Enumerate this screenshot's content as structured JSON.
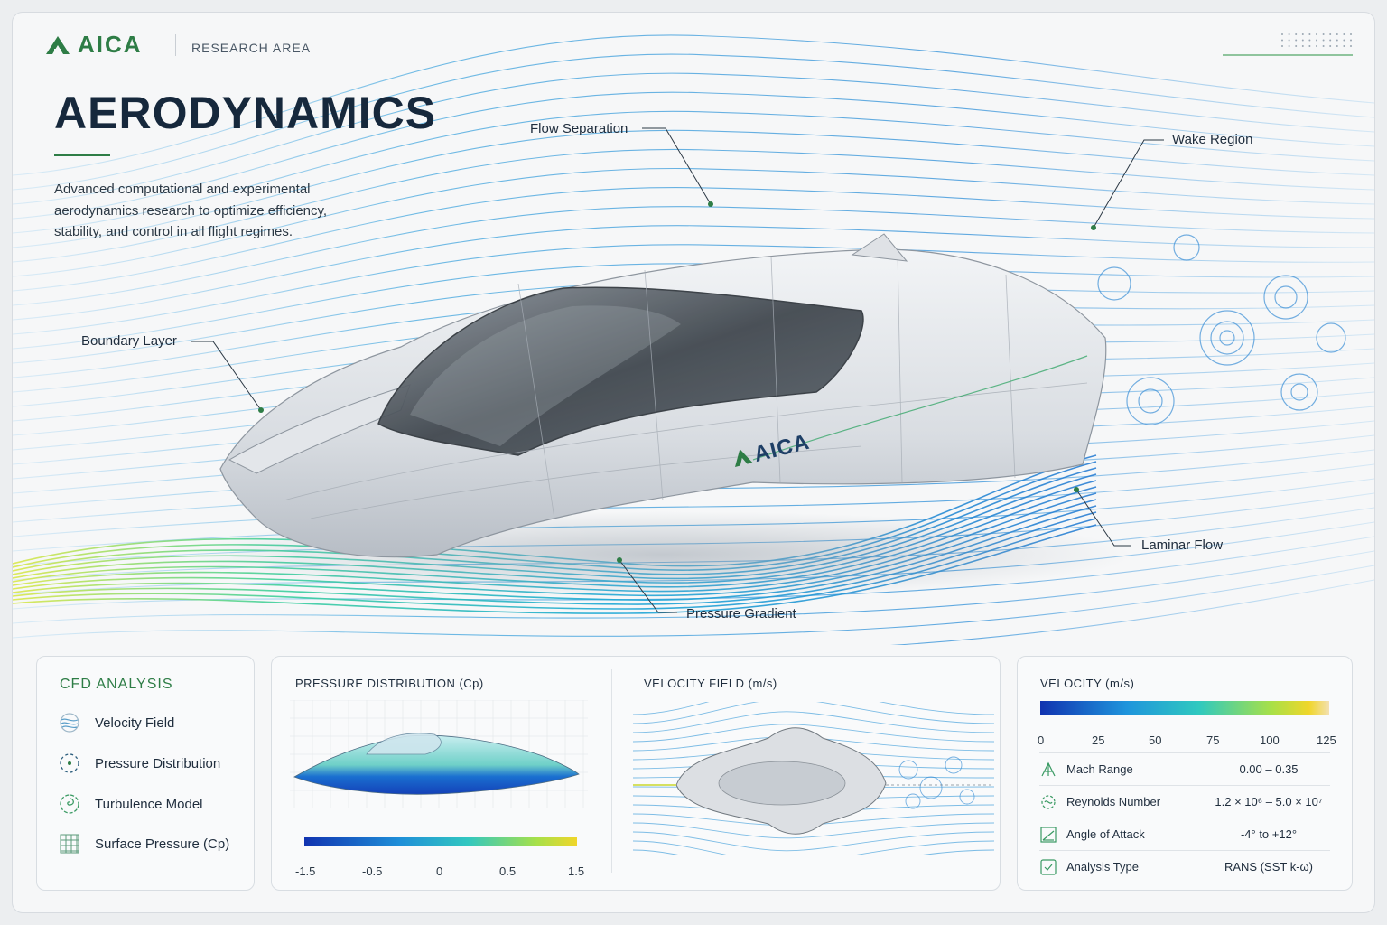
{
  "header": {
    "logo_text": "AICA",
    "section_label": "RESEARCH AREA"
  },
  "hero": {
    "title": "AERODYNAMICS",
    "description": "Advanced computational and experimental aerodynamics research to optimize efficiency, stability, and control in all flight regimes.",
    "vehicle_logo": "AICA",
    "callouts": {
      "flow_separation": "Flow Separation",
      "wake_region": "Wake Region",
      "boundary_layer": "Boundary Layer",
      "laminar_flow": "Laminar Flow",
      "pressure_gradient": "Pressure Gradient"
    }
  },
  "cfd": {
    "title": "CFD ANALYSIS",
    "items": [
      {
        "label": "Velocity Field",
        "icon": "velocity-field-icon"
      },
      {
        "label": "Pressure Distribution",
        "icon": "pressure-distribution-icon"
      },
      {
        "label": "Turbulence Model",
        "icon": "turbulence-model-icon"
      },
      {
        "label": "Surface Pressure (Cp)",
        "icon": "surface-pressure-icon"
      }
    ]
  },
  "pressure_panel": {
    "title": "PRESSURE DISTRIBUTION (Cp)",
    "scale_ticks": [
      "-1.5",
      "-0.5",
      "0",
      "0.5",
      "1.5"
    ]
  },
  "velocity_panel": {
    "title": "VELOCITY FIELD (m/s)"
  },
  "legend_panel": {
    "title": "VELOCITY (m/s)",
    "scale_ticks": [
      "0",
      "25",
      "50",
      "75",
      "100",
      "125"
    ],
    "stats": [
      {
        "label": "Mach Range",
        "value": "0.00 – 0.35",
        "icon": "mach-icon"
      },
      {
        "label": "Reynolds Number",
        "value": "1.2 × 10⁶ – 5.0 × 10⁷",
        "icon": "reynolds-icon"
      },
      {
        "label": "Angle of Attack",
        "value": "-4° to +12°",
        "icon": "angle-icon"
      },
      {
        "label": "Analysis Type",
        "value": "RANS (SST k-ω)",
        "icon": "analysis-icon"
      }
    ]
  },
  "colors": {
    "brand_green": "#2e7d46",
    "title_navy": "#16283c",
    "flow_blue": "#2f8fd8",
    "flow_cyan": "#1fb8c9",
    "flow_yellow": "#f2d12c"
  }
}
